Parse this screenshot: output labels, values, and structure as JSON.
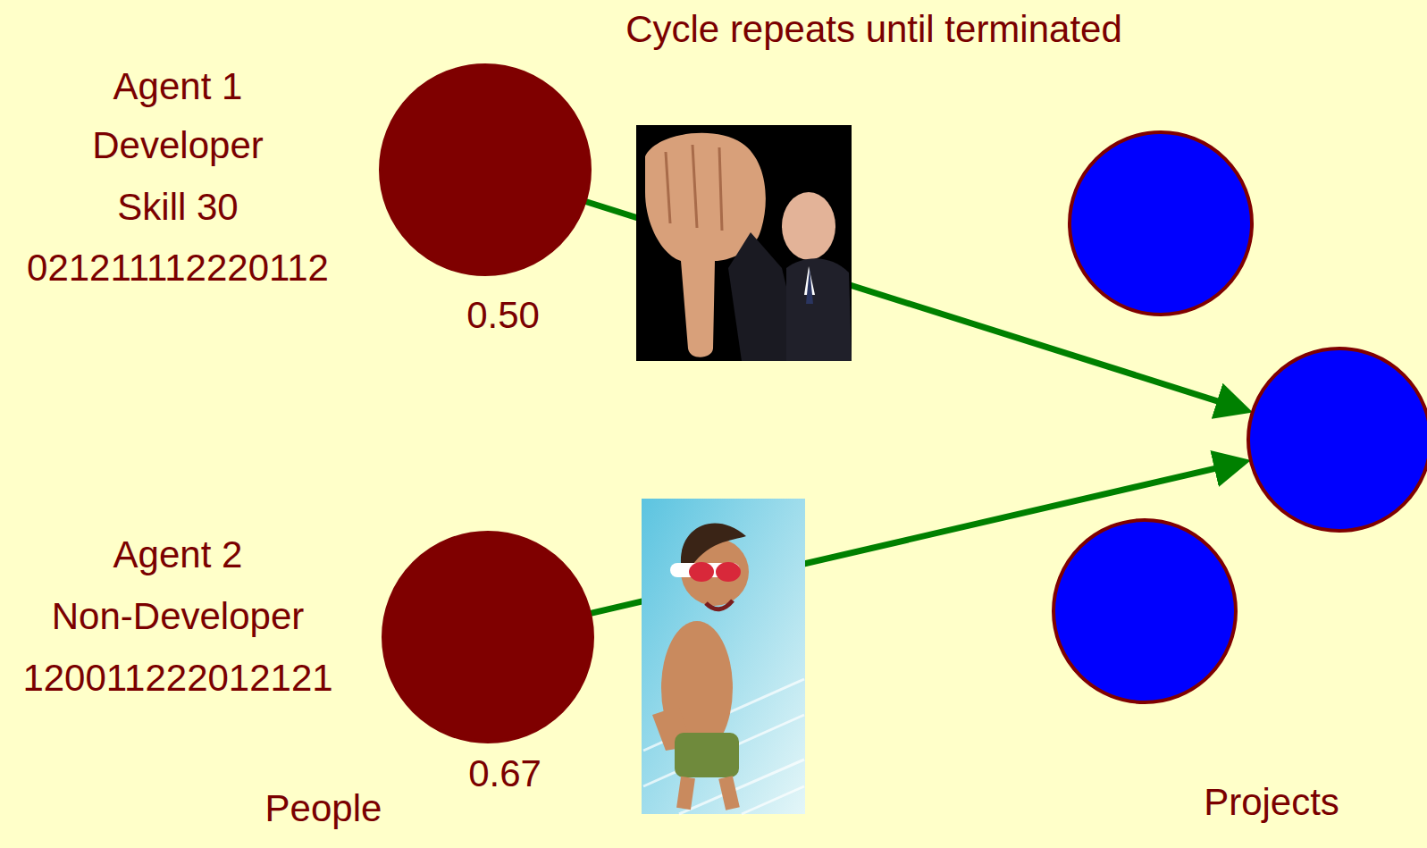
{
  "diagram": {
    "title": "Cycle repeats until terminated",
    "nodes": [
      {
        "text": [
          "Agent 1",
          "Developer",
          "Skill 30",
          "021211112220112",
          "0.50"
        ]
      },
      {
        "text": [
          "Agent 2",
          "Non-Developer",
          "120011222012121",
          "0.67"
        ]
      },
      {
        "text": []
      },
      {
        "text": []
      },
      {
        "text": []
      }
    ],
    "edges": [
      {
        "from": 0,
        "to": 3,
        "arrow": "to"
      },
      {
        "from": 1,
        "to": 3,
        "arrow": "to"
      }
    ],
    "labels": [
      "People",
      "Projects"
    ]
  }
}
